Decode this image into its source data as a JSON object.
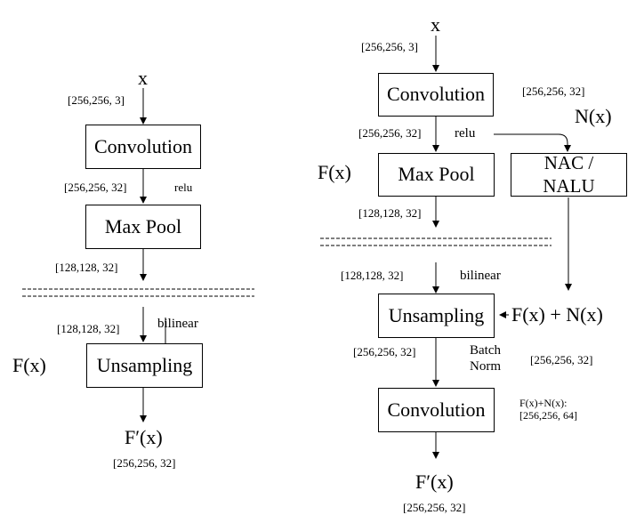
{
  "left": {
    "input": "x",
    "input_shape": "[256,256, 3]",
    "conv": "Convolution",
    "conv_shape": "[256,256, 32]",
    "relu": "relu",
    "maxpool": "Max Pool",
    "pool_shape": "[128,128, 32]",
    "in_shape2": "[128,128, 32]",
    "bilinear": "bilinear",
    "fx": "F(x)",
    "unsampling": "Unsampling",
    "output": "F′(x)",
    "output_shape": "[256,256, 32]"
  },
  "right": {
    "input": "x",
    "input_shape": "[256,256, 3]",
    "conv1": "Convolution",
    "nac_shape": "[256,256, 32]",
    "nx": "N(x)",
    "conv_shape": "[256,256, 32]",
    "relu": "relu",
    "fx": "F(x)",
    "maxpool": "Max Pool",
    "nac": "NAC /\nNALU",
    "pool_shape": "[128,128, 32]",
    "in_shape2": "[128,128, 32]",
    "bilinear": "bilinear",
    "unsampling": "Unsampling",
    "sum": "F(x) + N(x)",
    "up_shape": "[256,256, 32]",
    "batchnorm": "Batch\nNorm",
    "sum_shape": "[256,256, 32]",
    "concat": "F(x)+N(x):\n[256,256, 64]",
    "conv2": "Convolution",
    "output": "F′(x)",
    "output_shape": "[256,256, 32]"
  }
}
